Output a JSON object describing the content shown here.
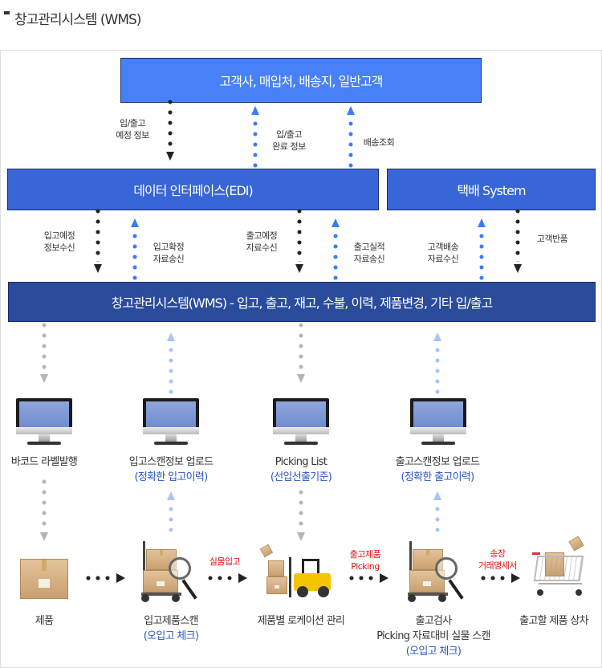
{
  "title": "창고관리시스템 (WMS)",
  "boxes": {
    "customers": "고객사, 매입처, 배송지, 일반고객",
    "edi": "데이터 인터페이스(EDI)",
    "courier": "택배 System",
    "wms": "창고관리시스템(WMS) - 입고, 출고, 재고, 수불, 이력, 제품변경, 기타 입/출고"
  },
  "flows_top": [
    {
      "line1": "입/출고",
      "line2": "예정 정보"
    },
    {
      "line1": "입/출고",
      "line2": "완료 정보"
    },
    {
      "line1": "배송조회"
    }
  ],
  "flows_mid": [
    {
      "line1": "입고예정",
      "line2": "정보수신"
    },
    {
      "line1": "입고확정",
      "line2": "자료송신"
    },
    {
      "line1": "출고예정",
      "line2": "자료수신"
    },
    {
      "line1": "출고실적",
      "line2": "자료송신"
    },
    {
      "line1": "고객배송",
      "line2": "자료수신"
    },
    {
      "line1": "고객반품"
    }
  ],
  "terminals": [
    {
      "label": "바코드 라벨발행"
    },
    {
      "label": "입고스캔정보 업로드",
      "sub": "(정확한 입고이력)"
    },
    {
      "label": "Picking List",
      "sub": "(선입선출기준)"
    },
    {
      "label": "출고스캔정보 업로드",
      "sub": "(정확한 출고이력)"
    }
  ],
  "process": [
    {
      "label": "제품"
    },
    {
      "label": "입고제품스캔",
      "sub": "(오입고 체크)"
    },
    {
      "label": "제품별 로케이션 관리"
    },
    {
      "label": "출고검사",
      "label2": "Picking 자료대비 실물 스캔",
      "sub": "(오입고 체크)"
    },
    {
      "label": "출고할 제품 상차"
    }
  ],
  "transitions": [
    {
      "line1": "실물입고"
    },
    {
      "line1": "출고제품",
      "line2": "Picking"
    },
    {
      "line1": "송장",
      "line2": "거래명세서"
    }
  ],
  "colors": {
    "customers": "#4781f7",
    "edi": "#3866d6",
    "courier": "#3866d6",
    "wms": "#2b4c9c",
    "note_blue": "#2a56c6",
    "note_red": "#e01010"
  }
}
